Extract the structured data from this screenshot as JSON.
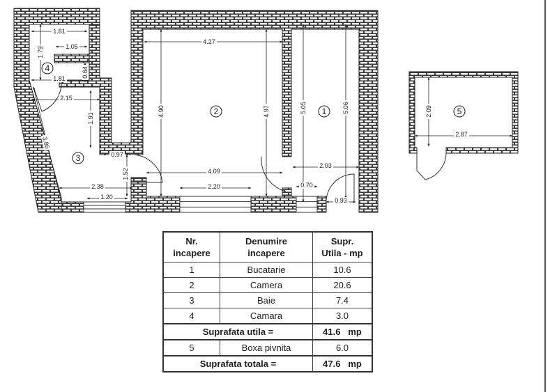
{
  "floor_plan": {
    "room_numbers": [
      "1",
      "2",
      "3",
      "4",
      "5"
    ],
    "dimensions": [
      "1.81",
      "1.05",
      "1.79",
      "1.81",
      "0.64",
      "2.15",
      "1.91",
      "3.86",
      "0.97",
      "1.52",
      "2.38",
      "1.20",
      "4.27",
      "4.90",
      "4.97",
      "4.09",
      "2.20",
      "5.05",
      "5.06",
      "2.03",
      "0.70",
      "0.93",
      "2.09",
      "2.87"
    ],
    "wall_color": "#333333"
  },
  "table": {
    "headers": [
      [
        "Nr.",
        "incapere"
      ],
      [
        "Denumire",
        "incapere"
      ],
      [
        "Supr.",
        "Utila - mp"
      ]
    ],
    "rows": [
      {
        "nr": "1",
        "name": "Bucatarie",
        "area": "10.6"
      },
      {
        "nr": "2",
        "name": "Camera",
        "area": "20.6"
      },
      {
        "nr": "3",
        "name": "Baie",
        "area": "7.4"
      },
      {
        "nr": "4",
        "name": "Camara",
        "area": "3.0"
      }
    ],
    "subtotal": {
      "label": "Suprafata  utila =",
      "value": "41.6",
      "unit": "mp"
    },
    "extra_row": {
      "nr": "5",
      "name": "Boxa pivnita",
      "area": "6.0"
    },
    "total": {
      "label": "Suprafata  totala =",
      "value": "47.6",
      "unit": "mp"
    }
  }
}
